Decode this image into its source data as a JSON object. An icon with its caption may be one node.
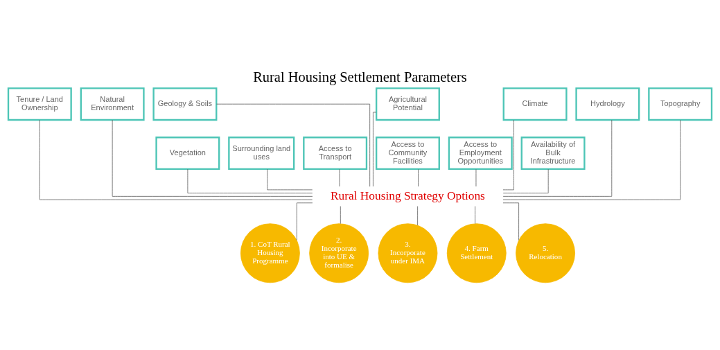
{
  "diagram": {
    "title": "Rural Housing Settlement Parameters",
    "nodes": [
      {
        "text": [
          "Tenure / Land Ownership"
        ]
      },
      {
        "text": [
          "Natural Environment"
        ]
      },
      {
        "text": [
          "Geology & Soils"
        ]
      },
      {
        "text": [
          "Agricultural Potential"
        ]
      },
      {
        "text": [
          "Climate"
        ]
      },
      {
        "text": [
          "Hydrology"
        ]
      },
      {
        "text": [
          "Topography"
        ]
      },
      {
        "text": [
          "Vegetation"
        ]
      },
      {
        "text": [
          "Surrounding land uses"
        ]
      },
      {
        "text": [
          "Access to Transport"
        ]
      },
      {
        "text": [
          "Access to Community Facilities"
        ]
      },
      {
        "text": [
          "Access to Employment Opportunities"
        ]
      },
      {
        "text": [
          "Availability of Bulk Infrastructure"
        ]
      },
      {
        "text": [
          "Rural Housing Strategy Options"
        ]
      },
      {
        "text": [
          "1. CoT Rural Housing Programme"
        ]
      },
      {
        "text": [
          "2. Incorporate into UE & formalise"
        ]
      },
      {
        "text": [
          "3. Incorporate under IMA"
        ]
      },
      {
        "text": [
          "4. Farm Settlement"
        ]
      },
      {
        "text": [
          "5. Relocation"
        ]
      }
    ],
    "edges": [
      {
        "from": 0,
        "to": 13,
        "arrow": "none"
      },
      {
        "from": 1,
        "to": 13,
        "arrow": "none"
      },
      {
        "from": 2,
        "to": 13,
        "arrow": "none"
      },
      {
        "from": 3,
        "to": 13,
        "arrow": "none"
      },
      {
        "from": 4,
        "to": 13,
        "arrow": "none"
      },
      {
        "from": 5,
        "to": 13,
        "arrow": "none"
      },
      {
        "from": 6,
        "to": 13,
        "arrow": "none"
      },
      {
        "from": 7,
        "to": 13,
        "arrow": "none"
      },
      {
        "from": 8,
        "to": 13,
        "arrow": "none"
      },
      {
        "from": 9,
        "to": 13,
        "arrow": "none"
      },
      {
        "from": 10,
        "to": 13,
        "arrow": "none"
      },
      {
        "from": 11,
        "to": 13,
        "arrow": "none"
      },
      {
        "from": 12,
        "to": 13,
        "arrow": "none"
      },
      {
        "from": 13,
        "to": 14,
        "arrow": "none"
      },
      {
        "from": 13,
        "to": 15,
        "arrow": "none"
      },
      {
        "from": 13,
        "to": 16,
        "arrow": "none"
      },
      {
        "from": 13,
        "to": 17,
        "arrow": "none"
      },
      {
        "from": 13,
        "to": 18,
        "arrow": "none"
      }
    ]
  }
}
